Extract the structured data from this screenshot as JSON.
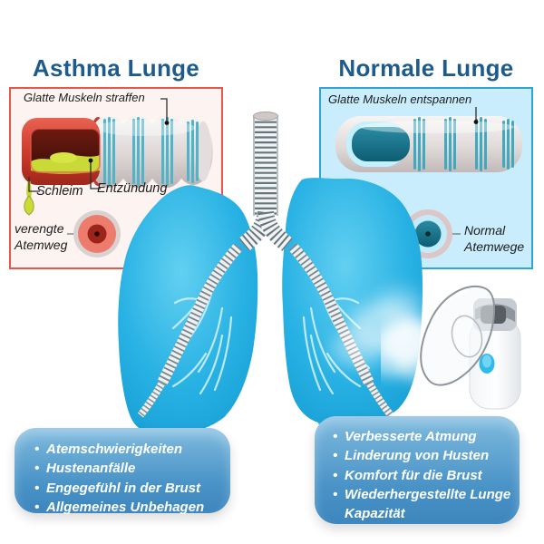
{
  "headings": {
    "left": "Asthma Lunge",
    "right": "Normale Lunge"
  },
  "left_panel": {
    "muscle_label": "Glatte Muskeln straffen",
    "mucus_label": "Schleim",
    "inflammation_label": "Entzündung",
    "airway_label": "verengte\nAtemweg"
  },
  "right_panel": {
    "muscle_label": "Glatte Muskeln entspannen",
    "airway_label": "Normal\nAtemwege"
  },
  "symptom_card": {
    "items": [
      "Atemschwierigkeiten",
      "Hustenanfälle",
      "Engegefühl in der Brust",
      "Allgemeines Unbehagen"
    ]
  },
  "benefit_card": {
    "items": [
      "Verbesserte Atmung",
      "Linderung von Husten",
      "Komfort für die Brust",
      "Wiederhergestellte Lunge Kapazität"
    ]
  },
  "icons": {
    "lungs": "lungs-illustration",
    "trachea": "trachea-tube",
    "asthma_airway": "inflamed-airway-tube",
    "normal_airway": "healthy-airway-tube",
    "asthma_cross_section": "narrowed-airway-cross-section",
    "normal_cross_section": "open-airway-cross-section",
    "nebulizer": "nebulizer-device",
    "mist": "aerosol-mist"
  },
  "colors": {
    "heading_color": "#1d5b8d",
    "left_panel_border": "#e8574b",
    "left_panel_bg": "#fdf4f1",
    "right_panel_border": "#2ea5d6",
    "right_panel_bg": "#c9edfd",
    "card_top": "#7fbbdf",
    "card_bottom": "#3d86bd",
    "lung_blue": "#29b2e4",
    "mucus_yellow": "#ccda3a",
    "inflamed_red": "#d63a2e",
    "healthy_teal": "#1d7d95"
  }
}
